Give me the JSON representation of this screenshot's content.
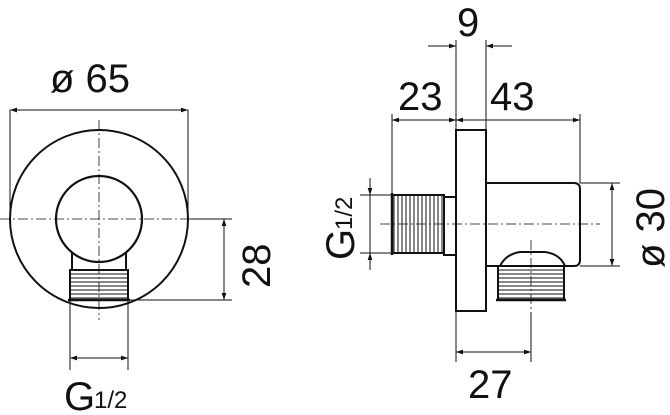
{
  "drawing": {
    "front_view": {
      "diameter_label": "ø 65",
      "height_label": "28",
      "thread_label_main": "G",
      "thread_label_fraction": "1/2"
    },
    "side_view": {
      "flange_thickness_label": "9",
      "rear_depth_label": "23",
      "front_depth_label": "43",
      "body_diameter_label": "ø 30",
      "outlet_offset_label": "27",
      "thread_label_main": "G",
      "thread_label_fraction": "1/2"
    },
    "colors": {
      "line": "#111111",
      "background": "#ffffff"
    }
  }
}
